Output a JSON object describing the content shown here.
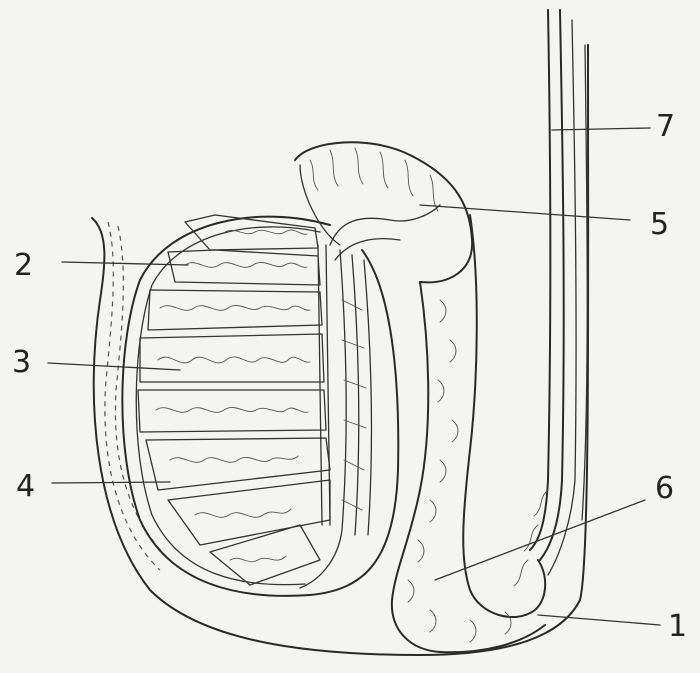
{
  "labels": [
    {
      "id": "1",
      "text": "1"
    },
    {
      "id": "2",
      "text": "2"
    },
    {
      "id": "3",
      "text": "3"
    },
    {
      "id": "4",
      "text": "4"
    },
    {
      "id": "5",
      "text": "5"
    },
    {
      "id": "6",
      "text": "6"
    },
    {
      "id": "7",
      "text": "7"
    }
  ]
}
